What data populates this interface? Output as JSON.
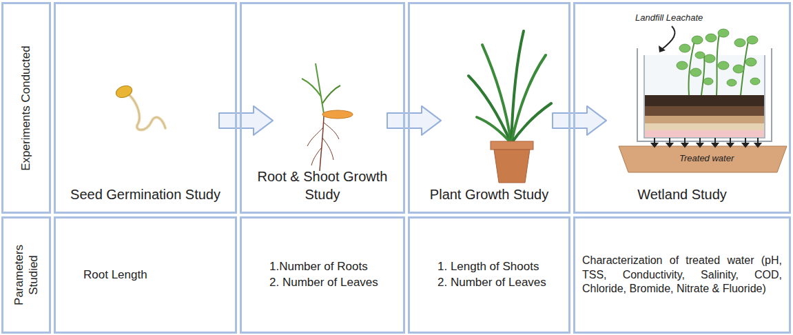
{
  "diagram": {
    "nodes": [
      {
        "text": [
          "Experiments Conducted"
        ]
      },
      {
        "text": [
          "Seed Germination Study"
        ]
      },
      {
        "text": [
          "Root & Shoot Growth Study"
        ]
      },
      {
        "text": [
          "Plant Growth Study"
        ]
      },
      {
        "text": [
          "Wetland Study"
        ]
      },
      {
        "text": [
          "Parameters Studied"
        ]
      },
      {
        "text": [
          "Root Length"
        ]
      },
      {
        "text": [
          "1.Number of Roots",
          "2. Number of Leaves"
        ]
      },
      {
        "text": [
          "1. Length of Shoots",
          "2. Number of Leaves"
        ]
      },
      {
        "text": [
          "Characterization of treated water (pH, TSS, Conductivity, Salinity, COD, Chloride, Bromide, Nitrate & Fluoride)"
        ]
      }
    ],
    "edges": [
      {
        "from": 1,
        "to": 2,
        "arrow": "to"
      },
      {
        "from": 2,
        "to": 3,
        "arrow": "to"
      },
      {
        "from": 3,
        "to": 4,
        "arrow": "to"
      }
    ],
    "labels": [
      "Landfill Leachate",
      "Treated water"
    ]
  }
}
